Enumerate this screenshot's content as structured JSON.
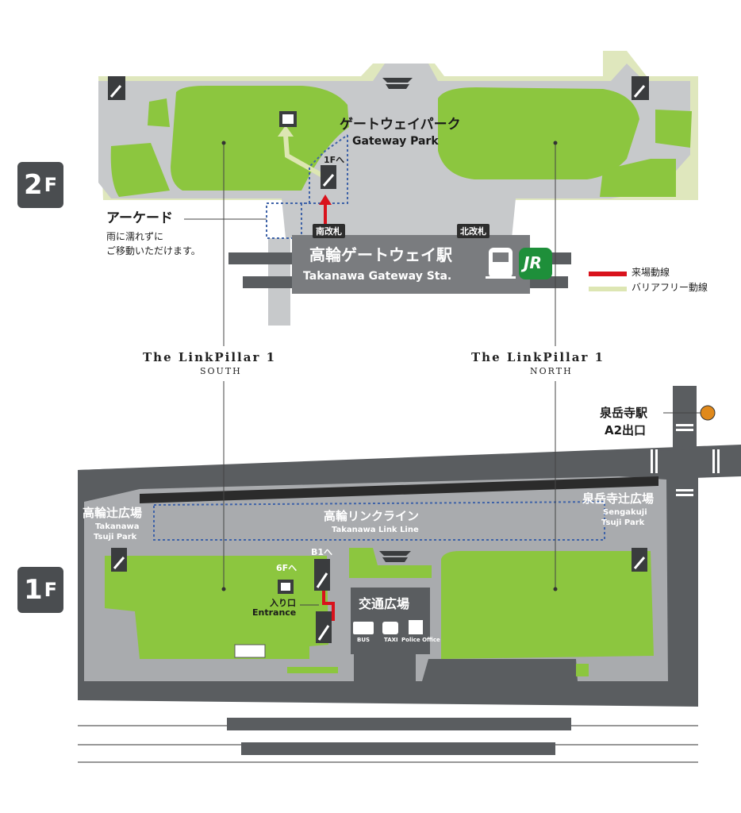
{
  "floors": {
    "upper": "2",
    "upper_suffix": "F",
    "lower": "1",
    "lower_suffix": "F"
  },
  "upper": {
    "gateway_park_jp": "ゲートウェイパーク",
    "gateway_park_en": "Gateway Park",
    "arcade_title": "アーケード",
    "arcade_note_1": "雨に濡れずに",
    "arcade_note_2": "ご移動いただけます。",
    "south_gate": "南改札",
    "north_gate": "北改札",
    "station_jp": "高輪ゲートウェイ駅",
    "station_en": "Takanawa Gateway Sta.",
    "jr_logo": "JR",
    "to_1f": "1F",
    "to_1f_arrow": "へ"
  },
  "legend": {
    "route": "来場動線",
    "barrier_free": "バリアフリー動線",
    "route_color": "#d9121c",
    "barrier_free_color": "#dde6b3"
  },
  "pillars": {
    "south_name_1": "The LinkPillar 1",
    "south_sub": "SOUTH",
    "north_name_1": "The LinkPillar 1",
    "north_sub": "NORTH"
  },
  "lower": {
    "sengakuji_station": "泉岳寺駅",
    "sengakuji_exit": "A2出口",
    "takanawa_tsuji_jp": "高輪辻広場",
    "takanawa_tsuji_en_1": "Takanawa",
    "takanawa_tsuji_en_2": "Tsuji Park",
    "sengakuji_tsuji_jp": "泉岳寺辻広場",
    "sengakuji_tsuji_en_1": "Sengakuji",
    "sengakuji_tsuji_en_2": "Tsuji Park",
    "link_line_jp": "高輪リンクライン",
    "link_line_en": "Takanawa Link Line",
    "to_b1": "B1へ",
    "to_6f": "6Fへ",
    "entrance_jp": "入り口",
    "entrance_en": "Entrance",
    "transport_plaza": "交通広場",
    "bus": "BUS",
    "taxi": "TAXI",
    "police": "Police Office"
  },
  "colors": {
    "green": "#8cc63f",
    "paleGreen": "#dfe7bd",
    "gray": "#a9abae",
    "lightGray": "#c7c9cb",
    "dark": "#5a5d60",
    "black": "#2b2b2b",
    "orange": "#e0891b",
    "jrGreen": "#1e8f3a"
  }
}
